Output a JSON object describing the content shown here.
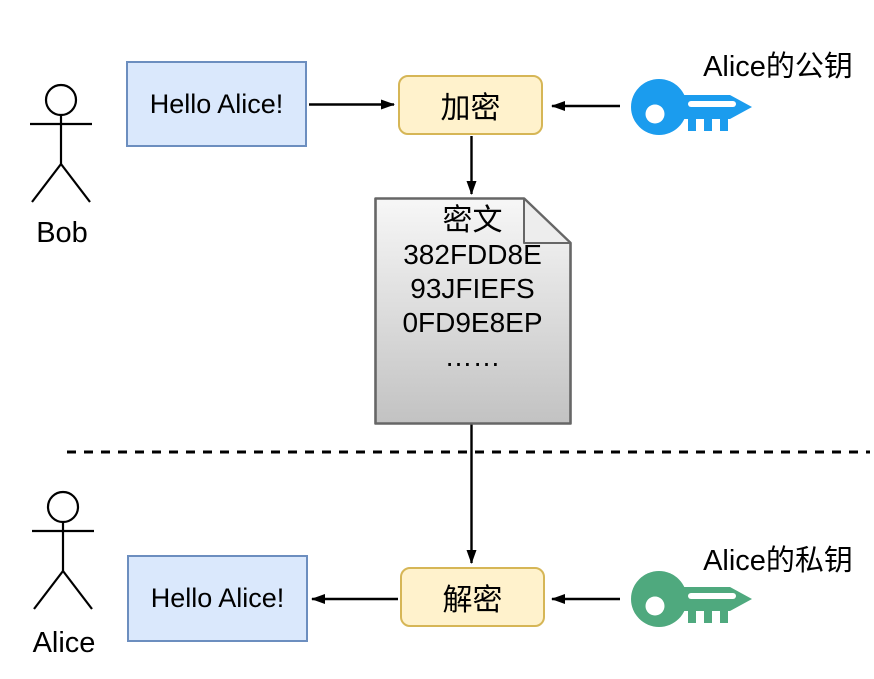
{
  "top_flow": {
    "actor": "Bob",
    "message": "Hello Alice!",
    "process": "加密",
    "key_label": "Alice的公钥"
  },
  "bottom_flow": {
    "actor": "Alice",
    "message": "Hello Alice!",
    "process": "解密",
    "key_label": "Alice的私钥"
  },
  "doc": {
    "title": "密文",
    "lines": [
      "382FDD8E",
      "93JFIEFS",
      "0FD9E8EP",
      "……"
    ]
  },
  "icons": {
    "public_key": "key-icon-blue",
    "private_key": "key-icon-green"
  },
  "palette": {
    "message_box_fill": "#DAE8FC",
    "message_box_border": "#6C8EBF",
    "process_box_fill": "#FFF2CC",
    "process_box_border": "#D6B656",
    "public_key_color": "#1B9CEE",
    "private_key_color": "#4FA97E",
    "document_top": "#F7F7F7",
    "document_bottom": "#C2C2C2",
    "document_border": "#666666",
    "line_color": "#000000"
  }
}
